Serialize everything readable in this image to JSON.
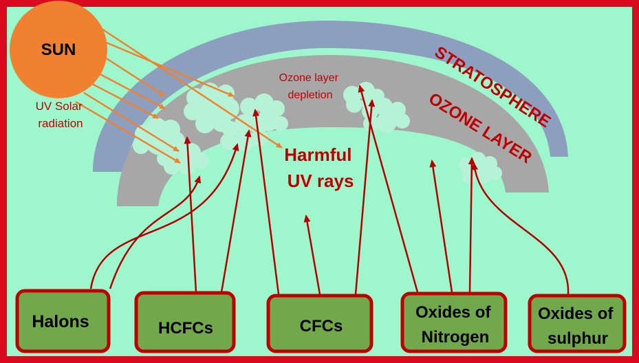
{
  "sun": {
    "label": "SUN",
    "radiation_label": [
      "UV Solar",
      "radiation"
    ]
  },
  "layers": {
    "stratosphere": "STRATOSPHERE",
    "ozone_layer": "OZONE LAYER",
    "depletion": [
      "Ozone layer",
      "depletion"
    ]
  },
  "harmful_rays": [
    "Harmful",
    "UV rays"
  ],
  "sources": [
    {
      "id": "halons",
      "lines": [
        "Halons"
      ]
    },
    {
      "id": "hcfcs",
      "lines": [
        "HCFCs"
      ]
    },
    {
      "id": "cfcs",
      "lines": [
        "CFCs"
      ]
    },
    {
      "id": "oxides-nitrogen",
      "lines": [
        "Oxides of",
        "Nitrogen"
      ]
    },
    {
      "id": "oxides-sulphur",
      "lines": [
        "Oxides of",
        "sulphur"
      ]
    }
  ],
  "colors": {
    "background": "#9ef7cc",
    "frame": "#d90b1e",
    "sun": "#ef8130",
    "sun_rays": "#ef8130",
    "stratosphere": "#8d9fbf",
    "ozone": "#a7a7a7",
    "cloud": "#b5f2d6",
    "box_fill": "#72a84c",
    "box_border": "#c00000",
    "pollution_lines": "#b30000",
    "label_red": "#c00000"
  }
}
